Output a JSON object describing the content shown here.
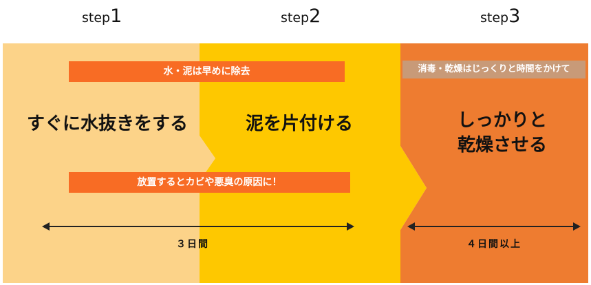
{
  "steps": [
    {
      "prefix": "step",
      "number": "1",
      "color": "#FCD389"
    },
    {
      "prefix": "step",
      "number": "2",
      "color": "#FEC800"
    },
    {
      "prefix": "step",
      "number": "3",
      "color": "#EE7C30"
    }
  ],
  "headings": {
    "step1": "すぐに水抜きをする",
    "step2": "泥を片付ける",
    "step3_line1": "しっかりと",
    "step3_line2": "乾燥させる"
  },
  "banners": {
    "remove_early": {
      "text": "水・泥は早めに除去",
      "color": "#F86C24"
    },
    "mold_warning": {
      "text": "放置するとカビや悪臭の原因に！",
      "color": "#F86C24"
    },
    "dry_slowly": {
      "text": "消毒・乾燥はじっくりと時間をかけて",
      "color": "#C89A78"
    }
  },
  "durations": {
    "first": "３日間",
    "second": "４日間以上"
  }
}
